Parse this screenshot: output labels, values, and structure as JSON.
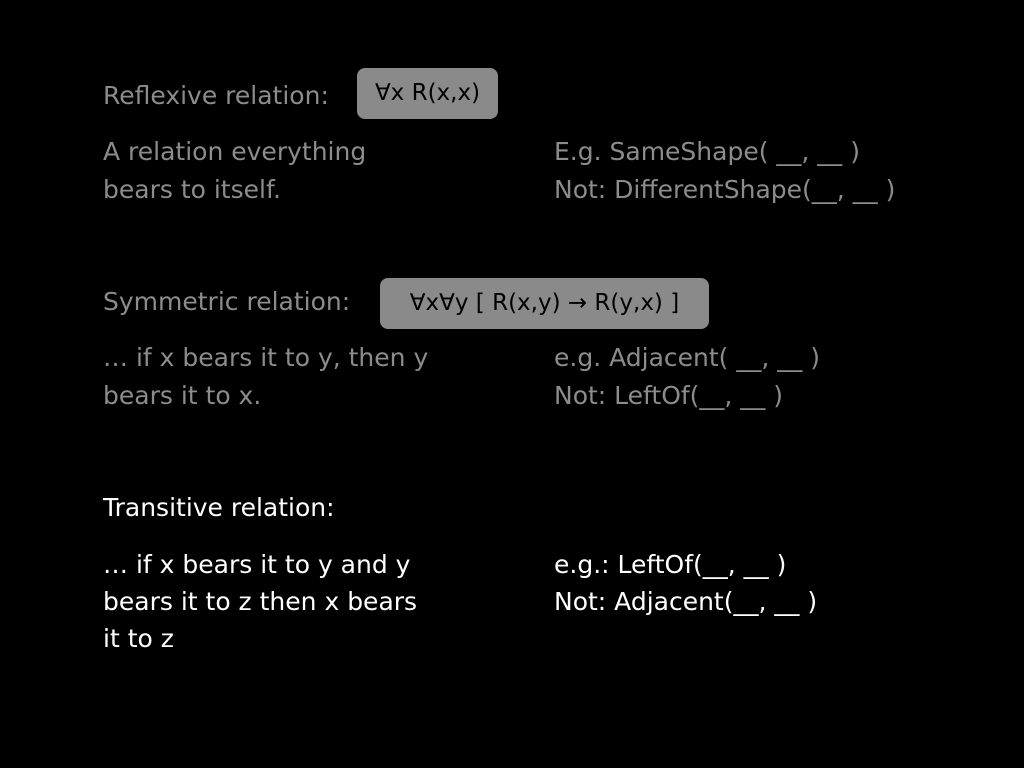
{
  "reflexive": {
    "title": "Reflexive relation:",
    "formula": "∀x R(x,x)",
    "description": [
      "A relation everything",
      "bears to itself."
    ],
    "examples": [
      "E.g. SameShape( __, __ )",
      "Not: DifferentShape(__, __ )"
    ]
  },
  "symmetric": {
    "title": "Symmetric relation:",
    "formula": "∀x∀y [ R(x,y) → R(y,x) ]",
    "description": [
      "… if x bears it to y, then y",
      "bears it to x."
    ],
    "examples": [
      "e.g. Adjacent( __, __ )",
      "Not: LeftOf(__, __ )"
    ]
  },
  "transitive": {
    "title": "Transitive relation:",
    "description": [
      "… if x bears it to y and y",
      "bears it to z then x bears",
      "it to z"
    ],
    "examples": [
      "e.g.: LeftOf(__, __ )",
      "Not: Adjacent(__, __ )"
    ]
  },
  "colors": {
    "background": "#000000",
    "dim_text": "#8c8c8c",
    "active_text": "#ffffff",
    "formula_box": "#8a8a8a"
  }
}
